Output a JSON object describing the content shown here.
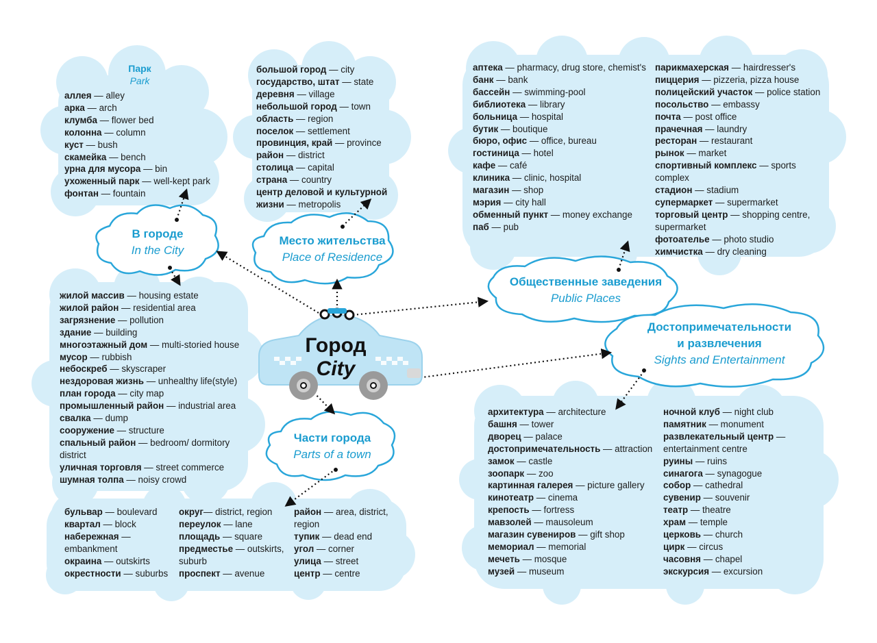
{
  "center": {
    "ru": "Город",
    "en": "City"
  },
  "labels": {
    "in_city": {
      "ru": "В городе",
      "en": "In the City"
    },
    "residence": {
      "ru": "Место жительства",
      "en": "Place of Residence"
    },
    "public": {
      "ru": "Общественные заведения",
      "en": "Public Places"
    },
    "sights": {
      "ru1": "Достопримечательности",
      "ru2": "и развлечения",
      "en": "Sights and Entertainment"
    },
    "parts": {
      "ru": "Части города",
      "en": "Parts of a town"
    }
  },
  "park": {
    "title": "Парк",
    "subtitle": "Park",
    "items": [
      {
        "w": "аллея",
        "t": " — alley"
      },
      {
        "w": "арка",
        "t": " — arch"
      },
      {
        "w": "клумба",
        "t": " — flower bed"
      },
      {
        "w": "колонна",
        "t": " — column"
      },
      {
        "w": "куст",
        "t": " — bush"
      },
      {
        "w": "скамейка",
        "t": " — bench"
      },
      {
        "w": "урна для мусора",
        "t": " — bin"
      },
      {
        "w": "ухоженный парк",
        "t": " — well-kept park"
      },
      {
        "w": "фонтан",
        "t": " — fountain"
      }
    ]
  },
  "residence": {
    "items": [
      {
        "w": "большой город",
        "t": " — city"
      },
      {
        "w": "государство, штат",
        "t": " — state"
      },
      {
        "w": "деревня",
        "t": " — village"
      },
      {
        "w": "небольшой город",
        "t": " — town"
      },
      {
        "w": "область",
        "t": " — region"
      },
      {
        "w": "поселок",
        "t": " — settlement"
      },
      {
        "w": "провинция, край",
        "t": " — province"
      },
      {
        "w": "район",
        "t": " — district"
      },
      {
        "w": "столица",
        "t": " — capital"
      },
      {
        "w": "страна",
        "t": " — country"
      },
      {
        "w": "центр деловой и культурной жизни",
        "t": " — metropolis"
      }
    ]
  },
  "public": {
    "col1": [
      {
        "w": "аптека",
        "t": " — pharmacy, drug store, chemist's"
      },
      {
        "w": "банк",
        "t": " — bank"
      },
      {
        "w": "бассейн",
        "t": " — swimming-pool"
      },
      {
        "w": "библиотека",
        "t": " — library"
      },
      {
        "w": "больница",
        "t": " — hospital"
      },
      {
        "w": "бутик",
        "t": " — boutique"
      },
      {
        "w": "бюро, офис",
        "t": " — office, bureau"
      },
      {
        "w": "гостиница",
        "t": " — hotel"
      },
      {
        "w": "кафе",
        "t": " — café"
      },
      {
        "w": "клиника",
        "t": " — clinic, hospital"
      },
      {
        "w": "магазин",
        "t": " — shop"
      },
      {
        "w": "мэрия",
        "t": " — city hall"
      },
      {
        "w": "обменный пункт",
        "t": " — money exchange"
      },
      {
        "w": "паб",
        "t": " — pub"
      }
    ],
    "col2": [
      {
        "w": "парикмахерская",
        "t": " — hairdresser's"
      },
      {
        "w": "пиццерия",
        "t": " — pizzeria, pizza house"
      },
      {
        "w": "полицейский участок",
        "t": " — police station"
      },
      {
        "w": "посольство",
        "t": " — embassy"
      },
      {
        "w": "почта",
        "t": " — post office"
      },
      {
        "w": "прачечная",
        "t": " — laundry"
      },
      {
        "w": "ресторан",
        "t": " — restaurant"
      },
      {
        "w": "рынок",
        "t": " — market"
      },
      {
        "w": "спортивный комплекс",
        "t": " — sports complex"
      },
      {
        "w": "стадион",
        "t": " — stadium"
      },
      {
        "w": "супермаркет",
        "t": " — supermarket"
      },
      {
        "w": "торговый центр",
        "t": " — shopping centre, supermarket"
      },
      {
        "w": "фотоателье",
        "t": " — photo studio"
      },
      {
        "w": "химчистка",
        "t": " — dry cleaning"
      }
    ]
  },
  "city_words": {
    "items": [
      {
        "w": "жилой массив",
        "t": " — housing estate"
      },
      {
        "w": "жилой район",
        "t": " — residential area"
      },
      {
        "w": "загрязнение",
        "t": " — pollution"
      },
      {
        "w": "здание",
        "t": " — building"
      },
      {
        "w": "многоэтажный дом",
        "t": " — multi-storied house"
      },
      {
        "w": "мусор",
        "t": " — rubbish"
      },
      {
        "w": "небоскреб",
        "t": " — skyscraper"
      },
      {
        "w": "нездоровая жизнь",
        "t": " — unhealthy life(style)"
      },
      {
        "w": "план города",
        "t": " — city map"
      },
      {
        "w": "промышленный район",
        "t": " — industrial area"
      },
      {
        "w": "свалка",
        "t": " — dump"
      },
      {
        "w": "сооружение",
        "t": " — structure"
      },
      {
        "w": "спальный район",
        "t": " — bedroom/ dormitory district"
      },
      {
        "w": "уличная торговля",
        "t": " — street commerce"
      },
      {
        "w": "шумная толпа",
        "t": " — noisy crowd"
      }
    ]
  },
  "parts": {
    "col1": [
      {
        "w": "бульвар",
        "t": " — boulevard"
      },
      {
        "w": "квартал",
        "t": " — block"
      },
      {
        "w": "набережная",
        "t": " — embankment"
      },
      {
        "w": "окраина",
        "t": " — outskirts"
      },
      {
        "w": "окрестности",
        "t": " — suburbs"
      }
    ],
    "col2": [
      {
        "w": "округ",
        "t": "— district, region"
      },
      {
        "w": "переулок",
        "t": " — lane"
      },
      {
        "w": "площадь",
        "t": " — square"
      },
      {
        "w": "предместье",
        "t": " — outskirts, suburb"
      },
      {
        "w": "проспект",
        "t": " — avenue"
      }
    ],
    "col3": [
      {
        "w": "район",
        "t": " — area, district, region"
      },
      {
        "w": "тупик",
        "t": " — dead end"
      },
      {
        "w": "угол",
        "t": " — corner"
      },
      {
        "w": "улица",
        "t": " — street"
      },
      {
        "w": "центр",
        "t": " — centre"
      }
    ]
  },
  "sights": {
    "col1": [
      {
        "w": "архитектура",
        "t": " — architecture"
      },
      {
        "w": "башня",
        "t": " — tower"
      },
      {
        "w": "дворец",
        "t": " — palace"
      },
      {
        "w": "достопримечательность",
        "t": " — attraction"
      },
      {
        "w": "замок",
        "t": " — castle"
      },
      {
        "w": "зоопарк",
        "t": " — zoo"
      },
      {
        "w": "картинная галерея",
        "t": " — picture gallery"
      },
      {
        "w": "кинотеатр",
        "t": " — cinema"
      },
      {
        "w": "крепость",
        "t": " — fortress"
      },
      {
        "w": "мавзолей",
        "t": " — mausoleum"
      },
      {
        "w": "магазин сувениров",
        "t": " — gift shop"
      },
      {
        "w": "мемориал",
        "t": " — memorial"
      },
      {
        "w": "мечеть",
        "t": " — mosque"
      },
      {
        "w": "музей",
        "t": " — museum"
      }
    ],
    "col2": [
      {
        "w": "ночной клуб",
        "t": " — night club"
      },
      {
        "w": "памятник",
        "t": " — monument"
      },
      {
        "w": "развлекательный центр",
        "t": " — entertainment centre"
      },
      {
        "w": "руины",
        "t": " — ruins"
      },
      {
        "w": "синагога",
        "t": " — synagogue"
      },
      {
        "w": "собор",
        "t": " — cathedral"
      },
      {
        "w": "сувенир",
        "t": " — souvenir"
      },
      {
        "w": "театр",
        "t": " — theatre"
      },
      {
        "w": "храм",
        "t": " — temple"
      },
      {
        "w": "церковь",
        "t": " — church"
      },
      {
        "w": "цирк",
        "t": " — circus"
      },
      {
        "w": "часовня",
        "t": " — chapel"
      },
      {
        "w": "экскурсия",
        "t": " — excursion"
      }
    ]
  },
  "colors": {
    "cloud_fill": "#d6eef9",
    "accent": "#1a9ccf",
    "text": "#1c1c1c"
  }
}
